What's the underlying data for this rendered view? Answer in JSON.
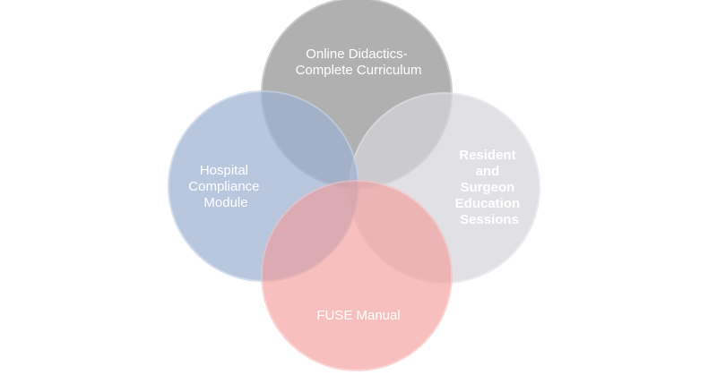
{
  "diagram": {
    "circles": [
      {
        "id": "online",
        "label_lines": [
          "Online Didactics-",
          "Complete Curriculum"
        ],
        "fill": "#9a9a9a",
        "stroke": "#bdbdbd"
      },
      {
        "id": "resident",
        "label_lines": [
          "Resident",
          "and",
          "Surgeon",
          "Education",
          "Sessions"
        ],
        "fill": "#d6d6dc",
        "stroke": "#e6e6ea"
      },
      {
        "id": "hospital",
        "label_lines": [
          "Hospital",
          "Compliance",
          "Module"
        ],
        "fill": "#9eb1d2",
        "stroke": "#c3d0e6"
      },
      {
        "id": "fuse",
        "label_lines": [
          "FUSE Manual"
        ],
        "fill": "#f39a98",
        "stroke": "#f7c0bf"
      }
    ]
  }
}
